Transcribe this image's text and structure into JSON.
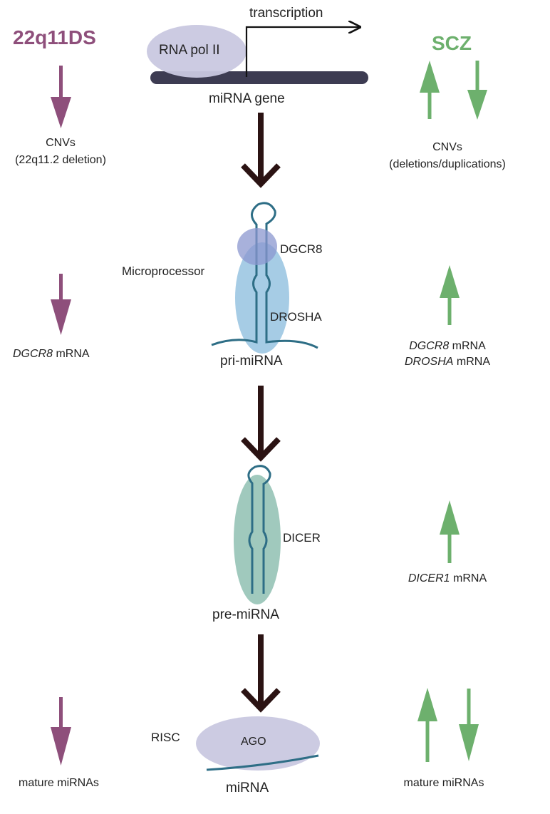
{
  "headers": {
    "left": "22q11DS",
    "right": "SCZ"
  },
  "colors": {
    "left_accent": "#8e4f7b",
    "right_accent": "#6db06d",
    "process_arrow": "#2b1313",
    "rna_strand": "#2e6e86",
    "dna_bar": "#3d3c52"
  },
  "center": {
    "rna_pol": "RNA pol II",
    "transcription": "transcription",
    "gene": "miRNA gene",
    "microprocessor": "Microprocessor",
    "dgcr8": "DGCR8",
    "drosha": "DROSHA",
    "pri": "pri-miRNA",
    "dicer": "DICER",
    "pre": "pre-miRNA",
    "risc": "RISC",
    "ago": "AGO",
    "mirna": "miRNA"
  },
  "left": {
    "cnv_1": "CNVs",
    "cnv_2": "(22q11.2 deletion)",
    "dgcr8_gene": "DGCR8",
    "dgcr8_suffix": " mRNA",
    "mature": "mature miRNAs"
  },
  "right": {
    "cnv_1": "CNVs",
    "cnv_2": "(deletions/duplications)",
    "dgcr8_gene": "DGCR8",
    "dgcr8_suffix": " mRNA",
    "drosha_gene": "DROSHA",
    "drosha_suffix": " mRNA",
    "dicer_gene": "DICER1",
    "dicer_suffix": " mRNA",
    "mature": "mature miRNAs"
  },
  "arrow_directions": {
    "left_cnv": "down",
    "left_dgcr8": "down",
    "left_mature": "down",
    "right_cnv": [
      "up",
      "down"
    ],
    "right_dgcr8_drosha": "up",
    "right_dicer": "up",
    "right_mature": [
      "up",
      "down"
    ]
  }
}
